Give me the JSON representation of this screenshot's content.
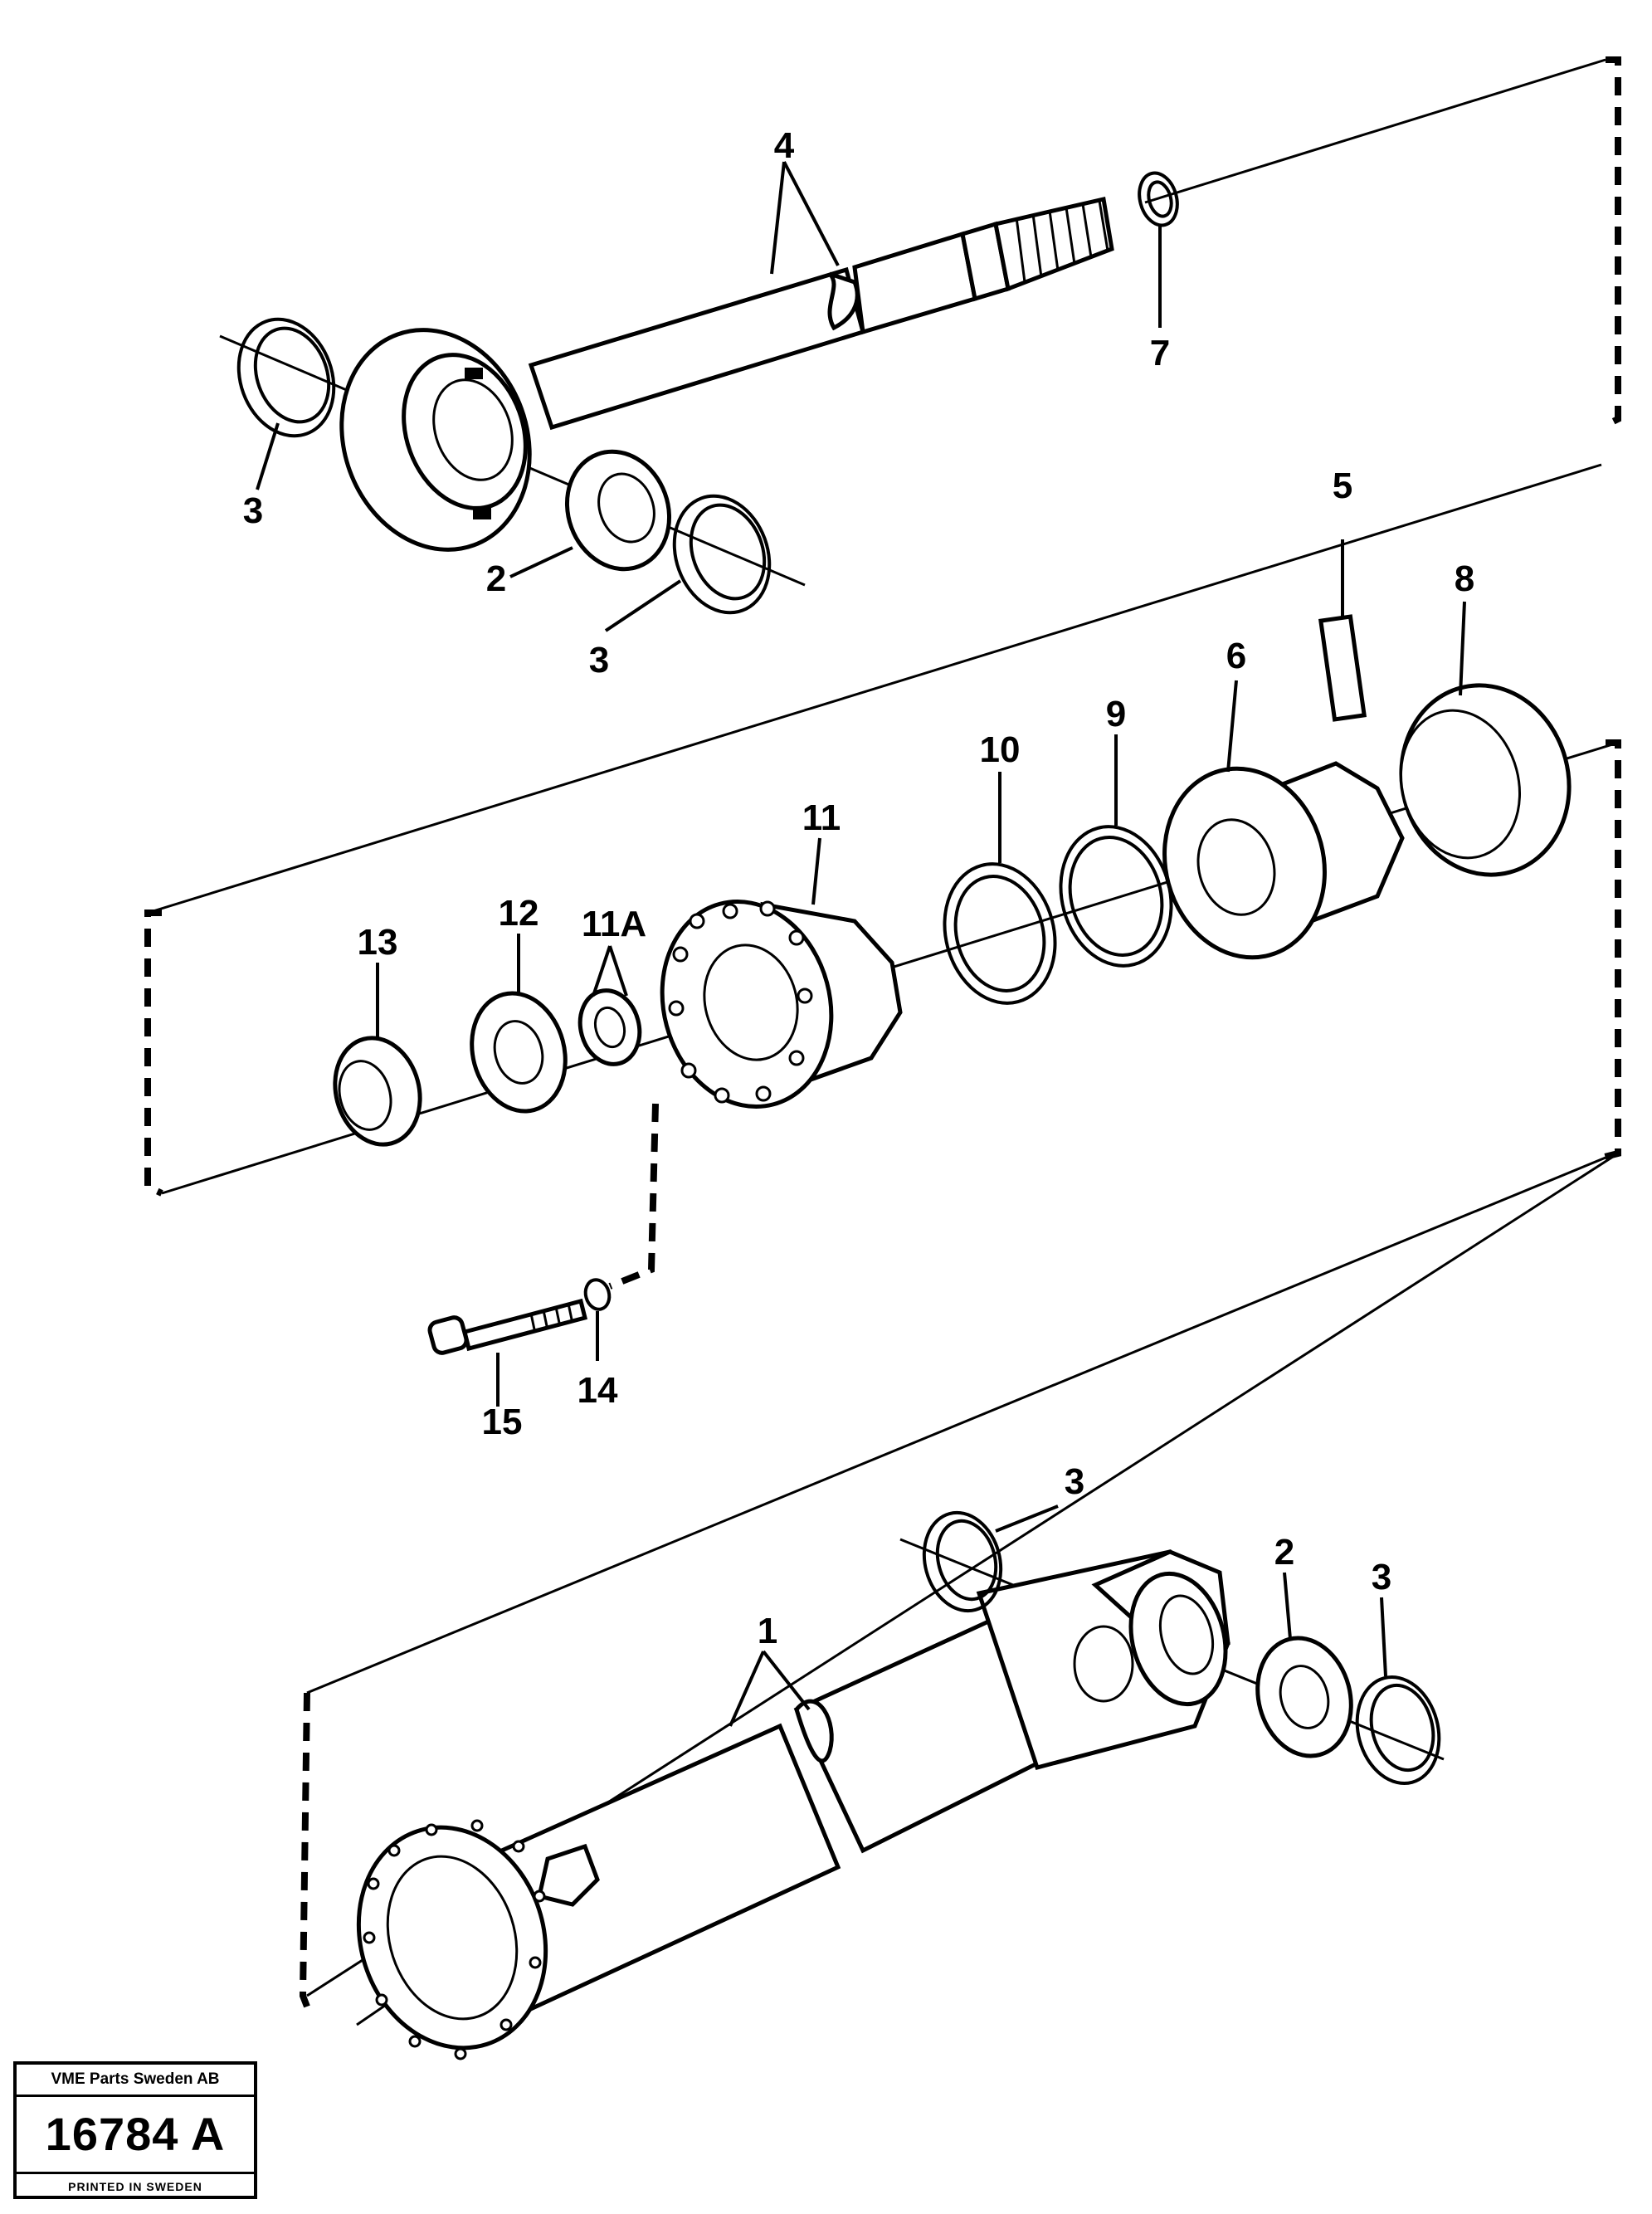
{
  "labels": {
    "l4": "4",
    "l7": "7",
    "l3a": "3",
    "l2a": "2",
    "l3b": "3",
    "l5": "5",
    "l8": "8",
    "l6": "6",
    "l9": "9",
    "l10": "10",
    "l11": "11",
    "l12": "12",
    "l11a": "11A",
    "l13": "13",
    "l15": "15",
    "l14": "14",
    "l3c": "3",
    "l2b": "2",
    "l3d": "3",
    "l1": "1"
  },
  "stamp": {
    "company": "VME Parts Sweden AB",
    "number": "16784 A",
    "printed": "PRINTED IN SWEDEN"
  }
}
